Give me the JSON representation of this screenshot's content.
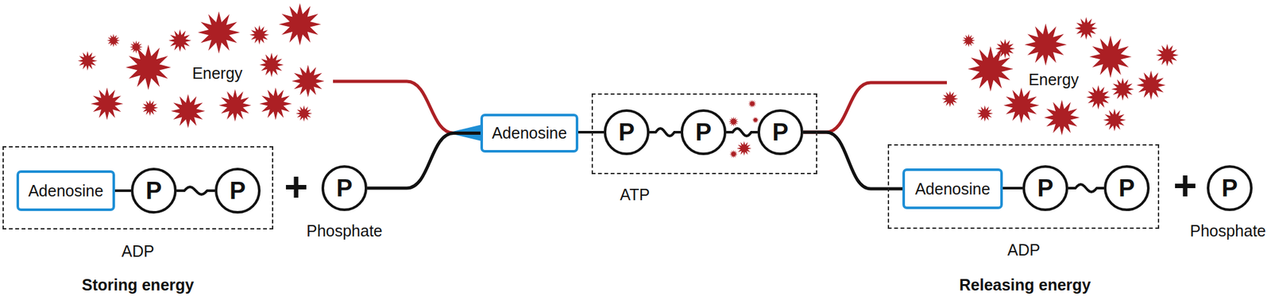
{
  "diagram": {
    "nodes": [
      {
        "text": [
          "Energy"
        ]
      },
      {
        "text": [
          "ADP"
        ]
      },
      {
        "text": [
          "Adenosine"
        ],
        "in": 1
      },
      {
        "text": [
          "P"
        ],
        "in": 1
      },
      {
        "text": [
          "P"
        ],
        "in": 1
      },
      {
        "text": [
          "P",
          "Phosphate"
        ]
      },
      {
        "text": [
          "Adenosine"
        ]
      },
      {
        "text": [
          "ATP"
        ]
      },
      {
        "text": [
          "P"
        ],
        "in": 7
      },
      {
        "text": [
          "P"
        ],
        "in": 7
      },
      {
        "text": [
          "P"
        ],
        "in": 7
      },
      {
        "text": [
          "Energy"
        ]
      },
      {
        "text": [
          "ADP"
        ]
      },
      {
        "text": [
          "Adenosine"
        ],
        "in": 12
      },
      {
        "text": [
          "P"
        ],
        "in": 12
      },
      {
        "text": [
          "P"
        ],
        "in": 12
      },
      {
        "text": [
          "P",
          "Phosphate"
        ]
      }
    ],
    "edges": [
      {
        "from": 0,
        "to": 6,
        "arrow": "none"
      },
      {
        "from": 5,
        "to": 6,
        "arrow": "none"
      },
      {
        "from": 10,
        "to": 11,
        "arrow": "none"
      },
      {
        "from": 10,
        "to": 13,
        "arrow": "none"
      }
    ],
    "labels": [
      "+",
      "+",
      "Storing energy",
      "Releasing energy"
    ]
  }
}
